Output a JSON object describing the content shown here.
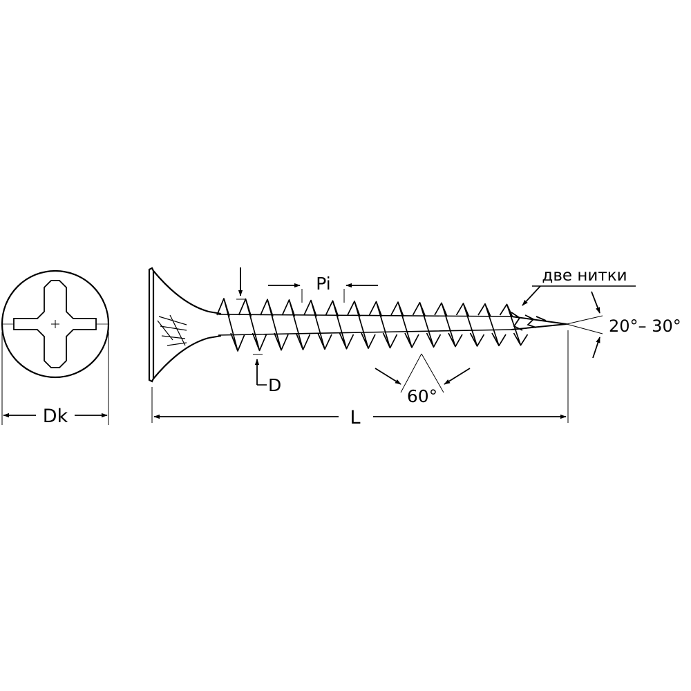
{
  "diagram": {
    "type": "technical-drawing",
    "subject": "phillips-head-drywall-screw",
    "labels": {
      "head_diameter": "Dk",
      "length": "L",
      "thread_pitch": "Pi",
      "diameter": "D",
      "thread_angle": "60°",
      "tip_angle": "20°– 30°",
      "lead_threads": "две нитки"
    },
    "colors": {
      "line": "#000000",
      "background": "#ffffff"
    }
  }
}
